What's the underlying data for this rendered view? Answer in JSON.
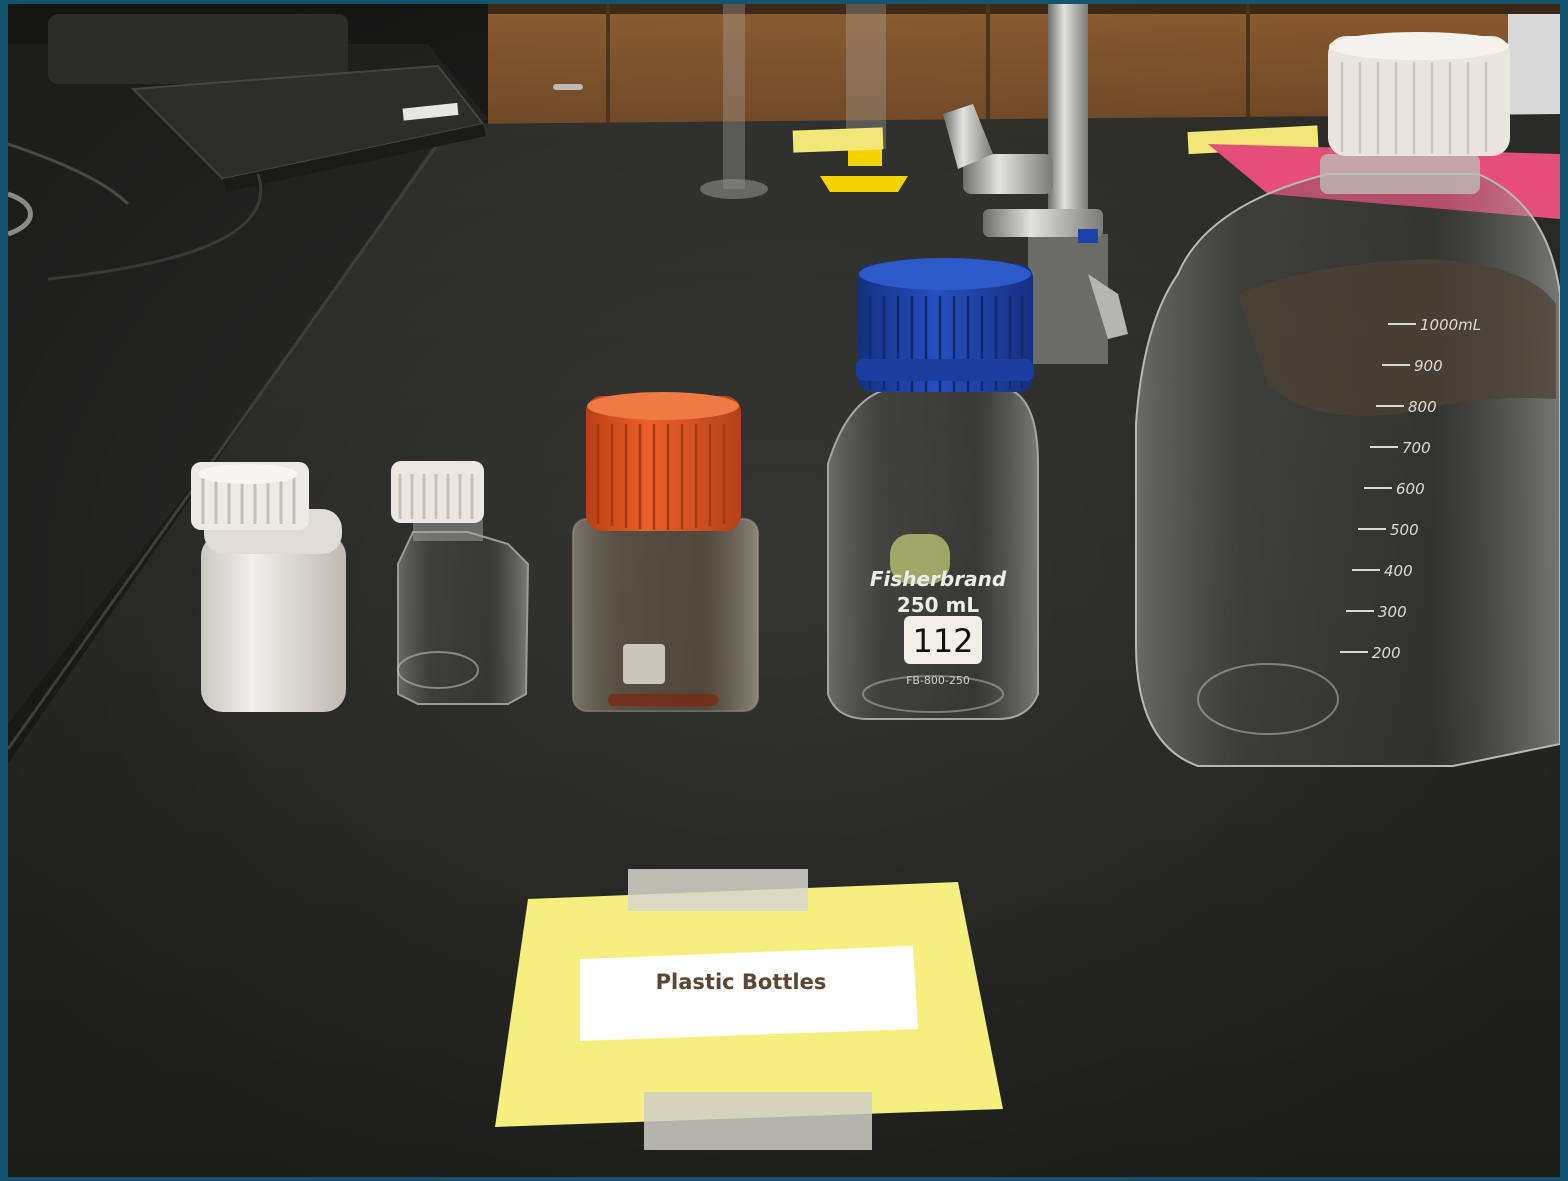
{
  "scene": {
    "description_free": true,
    "colors": {
      "border": "#14536e",
      "bench": "#1e1e1c",
      "card": "#f5ef7e",
      "label_box": "#ffffff",
      "label_text": "#5a4632",
      "cap_orange": "#e2541f",
      "cap_blue": "#1d43a8",
      "cap_white": "#e9e6df"
    }
  },
  "sign": {
    "text": "Plastic Bottles"
  },
  "bottles": {
    "fisher_brand": "Fisherbrand",
    "fisher_volume": "250 mL",
    "fisher_number": "112",
    "fisher_code": "FB-800-250",
    "large_scale": [
      "1000mL",
      "900",
      "800",
      "700",
      "600",
      "500",
      "400",
      "300",
      "200"
    ]
  }
}
